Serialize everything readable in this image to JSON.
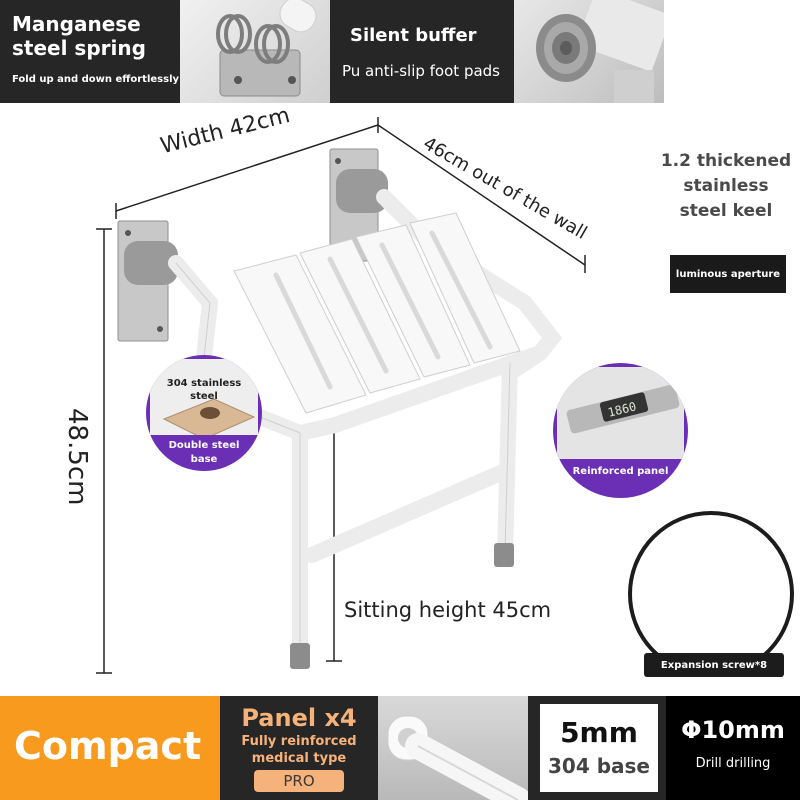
{
  "top_banner": {
    "spring_title": "Manganese steel spring",
    "spring_sub": "Fold up and down effortlessly",
    "buffer_title": "Silent buffer",
    "buffer_sub": "Pu anti-slip foot pads"
  },
  "dimensions": {
    "width": "Width 42cm",
    "depth": "46cm out of the wall",
    "height": "48.5cm",
    "sitting": "Sitting height 45cm"
  },
  "features": {
    "keel": "1.2 thickened stainless steel keel",
    "aperture": "luminous aperture",
    "base_top": "304 stainless steel",
    "base_bottom": "Double steel base",
    "panel": "Reinforced panel",
    "screws": "Expansion screw*8",
    "caliper_reading": "1860"
  },
  "bottom_strip": {
    "compact": "Compact",
    "panel_title": "Panel x4",
    "panel_sub": "Fully reinforced medical type",
    "panel_badge": "PRO",
    "base_title": "5mm",
    "base_sub": "304 base",
    "drill_title": "Φ10mm",
    "drill_sub": "Drill drilling"
  },
  "colors": {
    "accent_purple": "#6a2fb5",
    "accent_orange": "#f79a1e",
    "dark_tile": "#262626"
  }
}
